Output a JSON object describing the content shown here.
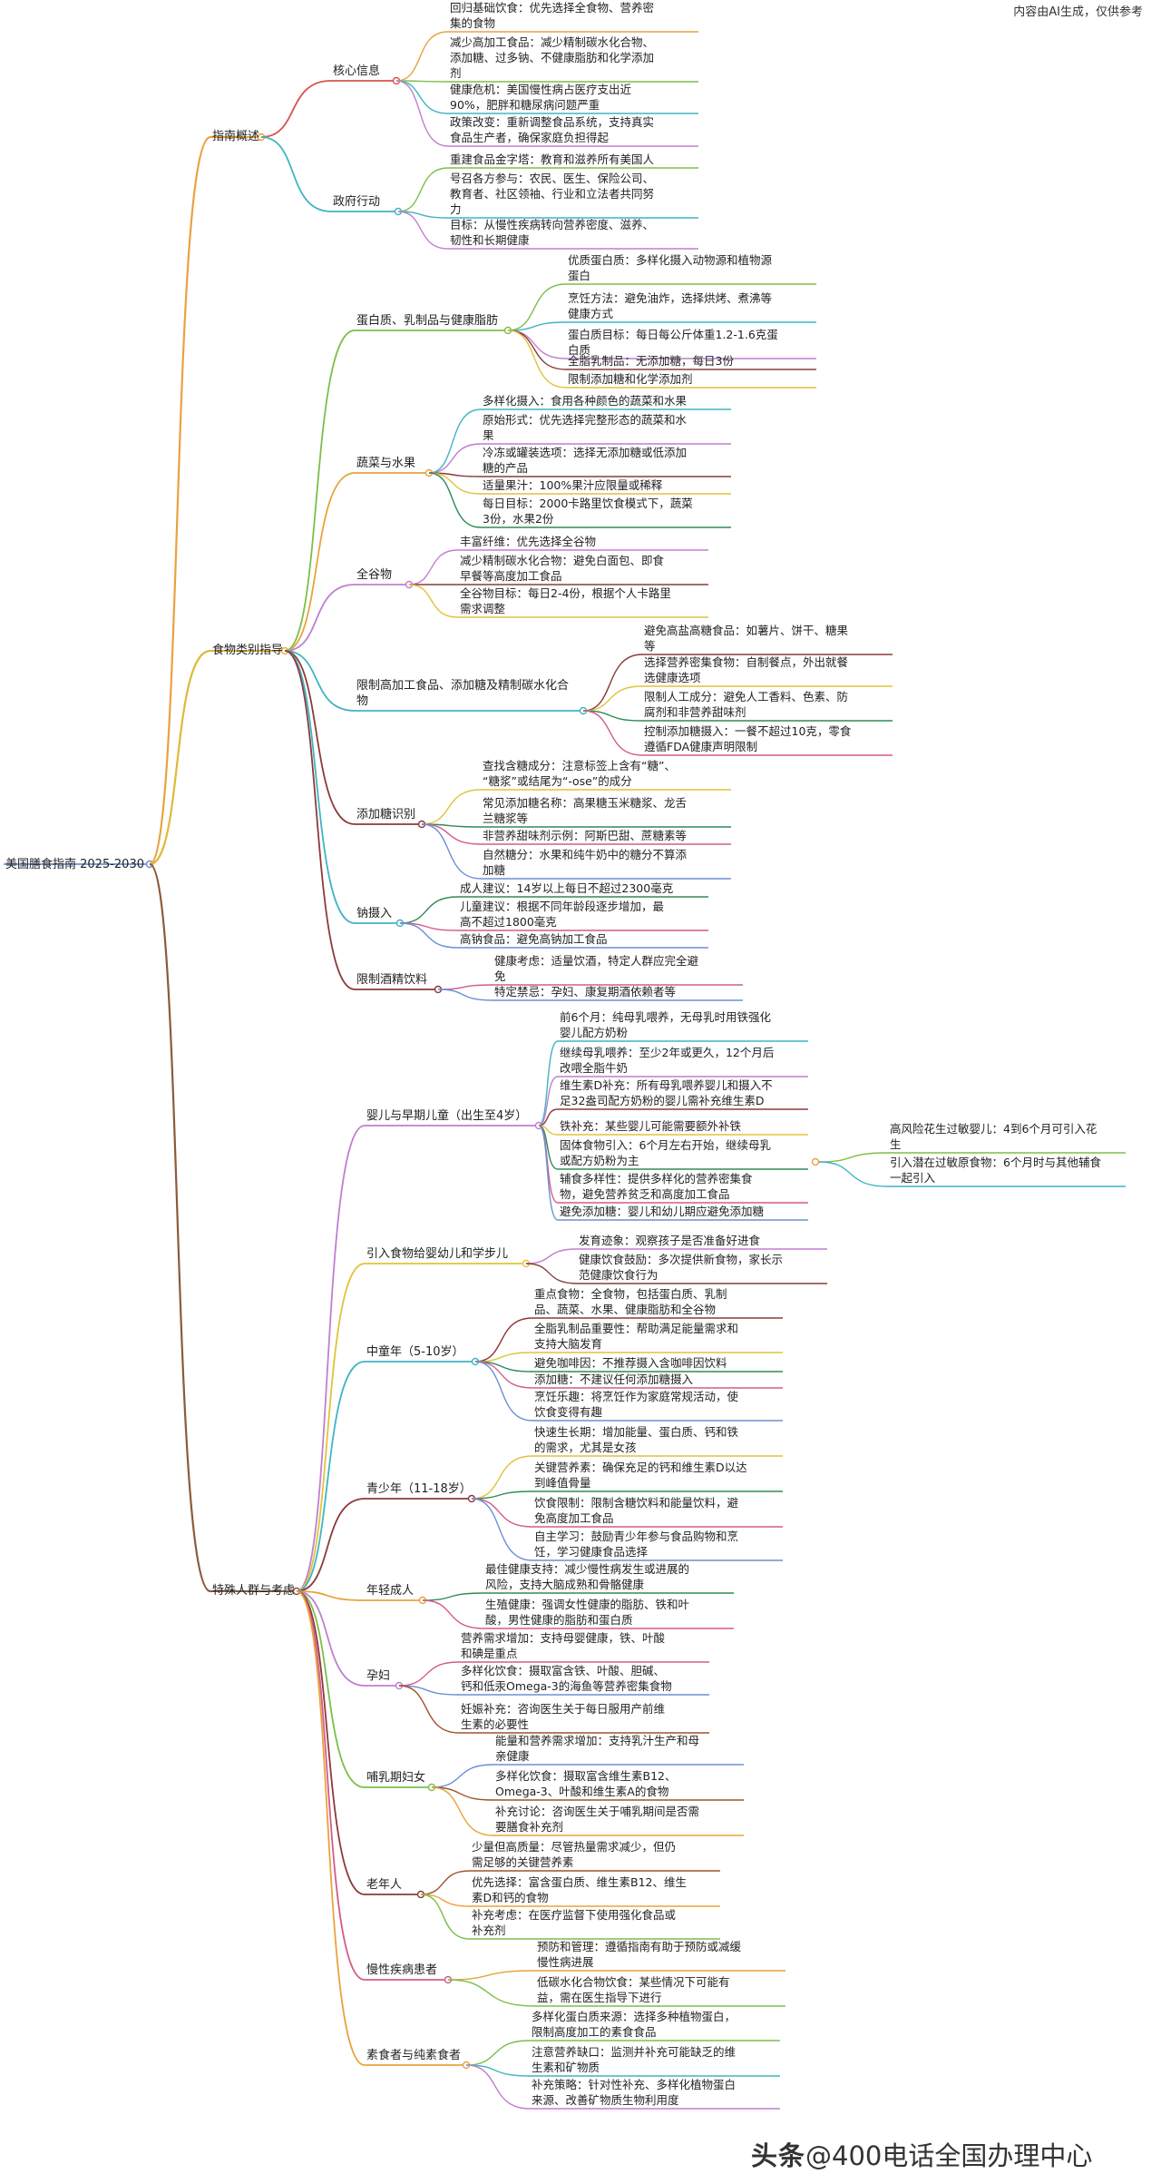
{
  "header_note": "内容由AI生成，仅供参考",
  "watermark": {
    "logo": "头条",
    "handle": "@400电话全国办理中心"
  },
  "root": "美国膳食指南 2025-2030",
  "palette": [
    "#e8a33d",
    "#7cbf49",
    "#3fb5c2",
    "#c07fd0",
    "#8b3a3a",
    "#e0c43a",
    "#2e8b57",
    "#d45b8c",
    "#6b8fd6",
    "#a0522d"
  ],
  "branches": [
    {
      "label": "指南概述",
      "color": "#e8a33d",
      "children": [
        {
          "label": "核心信息",
          "color": "#d9534f",
          "leaves": [
            "回归基础饮食：优先选择全食物、营养密\n集的食物",
            "减少高加工食品：减少精制碳水化合物、\n添加糖、过多钠、不健康脂肪和化学添加\n剂",
            "健康危机：美国慢性病占医疗支出近\n90%，肥胖和糖尿病问题严重",
            "政策改变：重新调整食品系统，支持真实\n食品生产者，确保家庭负担得起"
          ]
        },
        {
          "label": "政府行动",
          "color": "#3fb5c2",
          "leaves": [
            "重建食品金字塔：教育和滋养所有美国人",
            "号召各方参与：农民、医生、保险公司、\n教育者、社区领袖、行业和立法者共同努\n力",
            "目标：从慢性疾病转向营养密度、滋养、\n韧性和长期健康"
          ]
        }
      ]
    },
    {
      "label": "食物类别指导",
      "color": "#e0b83a",
      "children": [
        {
          "label": "蛋白质、乳制品与健康脂肪",
          "color": "#7cbf49",
          "leaves": [
            "优质蛋白质：多样化摄入动物源和植物源\n蛋白",
            "烹饪方法：避免油炸，选择烘烤、煮沸等\n健康方式",
            "蛋白质目标：每日每公斤体重1.2-1.6克蛋\n白质",
            "全脂乳制品：无添加糖，每日3份",
            "限制添加糖和化学添加剂"
          ]
        },
        {
          "label": "蔬菜与水果",
          "color": "#e8a33d",
          "leaves": [
            "多样化摄入：食用各种颜色的蔬菜和水果",
            "原始形式：优先选择完整形态的蔬菜和水\n果",
            "冷冻或罐装选项：选择无添加糖或低添加\n糖的产品",
            "适量果汁：100%果汁应限量或稀释",
            "每日目标：2000卡路里饮食模式下，蔬菜\n3份，水果2份"
          ]
        },
        {
          "label": "全谷物",
          "color": "#c07fd0",
          "leaves": [
            "丰富纤维：优先选择全谷物",
            "减少精制碳水化合物：避免白面包、即食\n早餐等高度加工食品",
            "全谷物目标：每日2-4份，根据个人卡路里\n需求调整"
          ]
        },
        {
          "label": "限制高加工食品、添加糖及精制碳水化合\n物",
          "color": "#3fb5c2",
          "leaves": [
            "避免高盐高糖食品：如薯片、饼干、糖果\n等",
            "选择营养密集食物：自制餐点，外出就餐\n选健康选项",
            "限制人工成分：避免人工香料、色素、防\n腐剂和非营养甜味剂",
            "控制添加糖摄入：一餐不超过10克，零食\n遵循FDA健康声明限制"
          ]
        },
        {
          "label": "添加糖识别",
          "color": "#8b3a3a",
          "leaves": [
            "查找含糖成分：注意标签上含有“糖”、\n“糖浆”或结尾为“-ose”的成分",
            "常见添加糖名称：高果糖玉米糖浆、龙舌\n兰糖浆等",
            "非营养甜味剂示例：阿斯巴甜、蔗糖素等",
            "自然糖分：水果和纯牛奶中的糖分不算添\n加糖"
          ]
        },
        {
          "label": "钠摄入",
          "color": "#3fb5c2",
          "leaves": [
            "成人建议：14岁以上每日不超过2300毫克",
            "儿童建议：根据不同年龄段逐步增加，最\n高不超过1800毫克",
            "高钠食品：避免高钠加工食品"
          ]
        },
        {
          "label": "限制酒精饮料",
          "color": "#8b3a3a",
          "leaves": [
            "健康考虑：适量饮酒，特定人群应完全避\n免",
            "特定禁忌：孕妇、康复期酒依赖者等"
          ]
        }
      ]
    },
    {
      "label": "特殊人群与考虑",
      "color": "#8b5a3a",
      "children": [
        {
          "label": "婴儿与早期儿童（出生至4岁）",
          "color": "#c07fd0",
          "leaves": [
            "前6个月：纯母乳喂养，无母乳时用铁强化\n婴儿配方奶粉",
            "继续母乳喂养：至少2年或更久，12个月后\n改喂全脂牛奶",
            "维生素D补充：所有母乳喂养婴儿和摄入不\n足32盎司配方奶粉的婴儿需补充维生素D",
            "铁补充：某些婴儿可能需要额外补铁",
            "固体食物引入：6个月左右开始，继续母乳\n或配方奶粉为主",
            "辅食多样性：提供多样化的营养密集食\n物，避免营养贫乏和高度加工食品",
            "避免添加糖：婴儿和幼儿期应避免添加糖"
          ],
          "sub": {
            "from_leaf": 4,
            "leaves": [
              "高风险花生过敏婴儿：4到6个月可引入花\n生",
              "引入潜在过敏原食物：6个月时与其他辅食\n一起引入"
            ]
          }
        },
        {
          "label": "引入食物给婴幼儿和学步儿",
          "color": "#e0c43a",
          "leaves": [
            "发育迹象：观察孩子是否准备好进食",
            "健康饮食鼓励：多次提供新食物，家长示\n范健康饮食行为"
          ]
        },
        {
          "label": "中童年（5-10岁）",
          "color": "#3fb5c2",
          "leaves": [
            "重点食物：全食物，包括蛋白质、乳制\n品、蔬菜、水果、健康脂肪和全谷物",
            "全脂乳制品重要性：帮助满足能量需求和\n支持大脑发育",
            "避免咖啡因：不推荐摄入含咖啡因饮料",
            "添加糖：不建议任何添加糖摄入",
            "烹饪乐趣：将烹饪作为家庭常规活动，使\n饮食变得有趣"
          ]
        },
        {
          "label": "青少年（11-18岁）",
          "color": "#8b3a3a",
          "leaves": [
            "快速生长期：增加能量、蛋白质、钙和铁\n的需求，尤其是女孩",
            "关键营养素：确保充足的钙和维生素D以达\n到峰值骨量",
            "饮食限制：限制含糖饮料和能量饮料，避\n免高度加工食品",
            "自主学习：鼓励青少年参与食品购物和烹\n饪，学习健康食品选择"
          ]
        },
        {
          "label": "年轻成人",
          "color": "#e8a33d",
          "leaves": [
            "最佳健康支持：减少慢性病发生或进展的\n风险，支持大脑成熟和骨骼健康",
            "生殖健康：强调女性健康的脂肪、铁和叶\n酸，男性健康的脂肪和蛋白质"
          ]
        },
        {
          "label": "孕妇",
          "color": "#c07fd0",
          "leaves": [
            "营养需求增加：支持母婴健康，铁、叶酸\n和碘是重点",
            "多样化饮食：摄取富含铁、叶酸、胆碱、\n钙和低汞Omega-3的海鱼等营养密集食物",
            "妊娠补充：咨询医生关于每日服用产前维\n生素的必要性"
          ]
        },
        {
          "label": "哺乳期妇女",
          "color": "#7cbf49",
          "leaves": [
            "能量和营养需求增加：支持乳汁生产和母\n亲健康",
            "多样化饮食：摄取富含维生素B12、\nOmega-3、叶酸和维生素A的食物",
            "补充讨论：咨询医生关于哺乳期间是否需\n要膳食补充剂"
          ]
        },
        {
          "label": "老年人",
          "color": "#8b3a3a",
          "leaves": [
            "少量但高质量：尽管热量需求减少，但仍\n需足够的关键营养素",
            "优先选择：富含蛋白质、维生素B12、维生\n素D和钙的食物",
            "补充考虑：在医疗监督下使用强化食品或\n补充剂"
          ]
        },
        {
          "label": "慢性疾病患者",
          "color": "#d45b8c",
          "leaves": [
            "预防和管理：遵循指南有助于预防或减缓\n慢性病进展",
            "低碳水化合物饮食：某些情况下可能有\n益，需在医生指导下进行"
          ]
        },
        {
          "label": "素食者与纯素食者",
          "color": "#e8a33d",
          "leaves": [
            "多样化蛋白质来源：选择多种植物蛋白，\n限制高度加工的素食食品",
            "注意营养缺口：监测并补充可能缺乏的维\n生素和矿物质",
            "补充策略：针对性补充、多样化植物蛋白\n来源、改善矿物质生物利用度"
          ]
        }
      ]
    }
  ]
}
